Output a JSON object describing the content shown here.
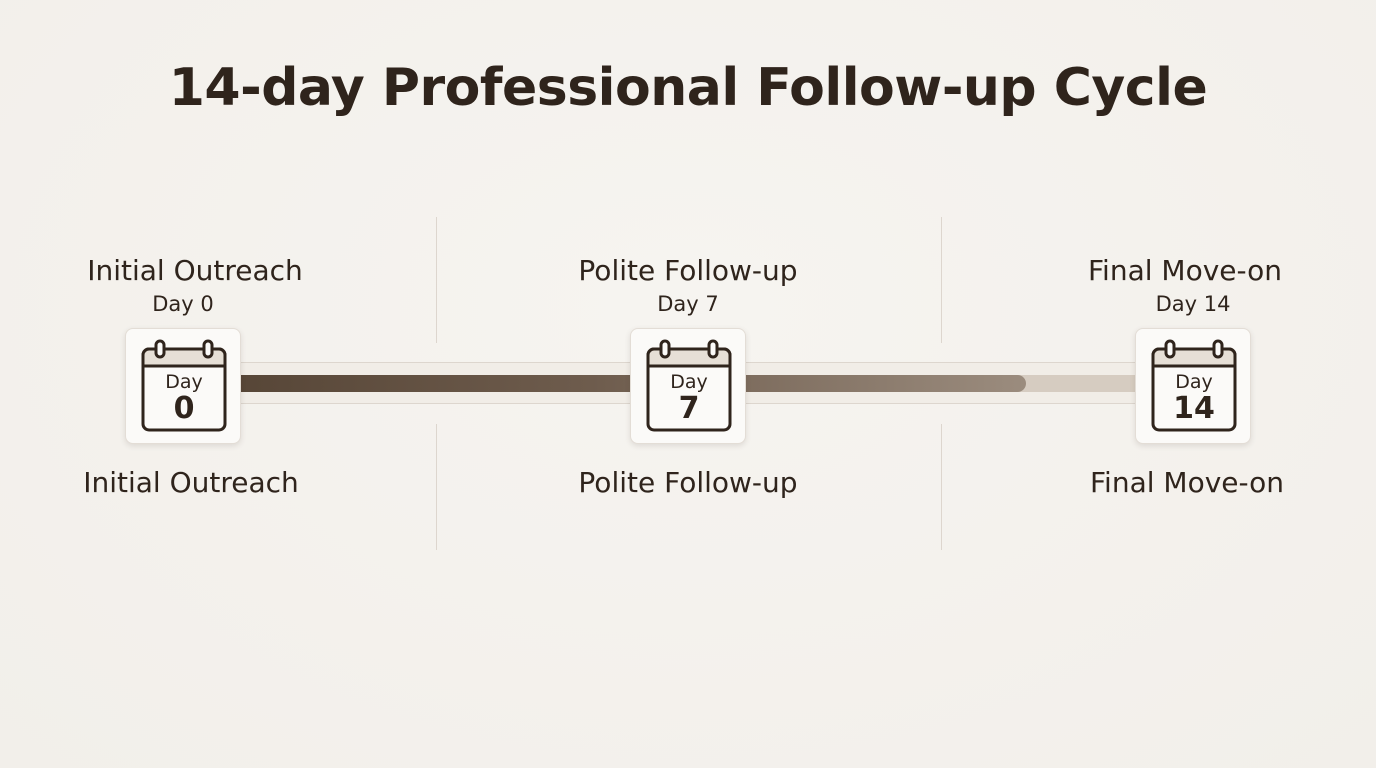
{
  "title": "14-day Professional Follow-up Cycle",
  "progress_fraction": 0.87,
  "milestones": [
    {
      "name": "Initial Outreach",
      "day_label": "Day 0",
      "calendar_word": "Day",
      "calendar_number": "0",
      "bottom_label": "Initial Outreach",
      "icon": "calendar-icon"
    },
    {
      "name": "Polite Follow-up",
      "day_label": "Day 7",
      "calendar_word": "Day",
      "calendar_number": "7",
      "bottom_label": "Polite Follow-up",
      "icon": "calendar-icon"
    },
    {
      "name": "Final Move-on",
      "day_label": "Day 14",
      "calendar_word": "Day",
      "calendar_number": "14",
      "bottom_label": "Final Move-on",
      "icon": "calendar-icon"
    }
  ],
  "colors": {
    "background": "#f4f2ee",
    "text": "#2f241c",
    "progress_dark": "#574637",
    "progress_light": "#9b8c7e",
    "track": "#d6ccc1"
  }
}
